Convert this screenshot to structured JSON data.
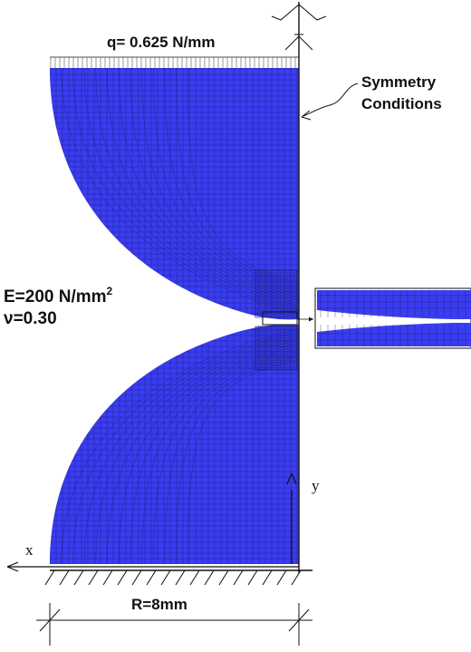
{
  "load_label": "q= 0.625 N/mm",
  "symmetry_label_line1": "Symmetry",
  "symmetry_label_line2": "Conditions",
  "modulus_label": "E=200 N/mm",
  "modulus_superscript": "2",
  "poisson_label": "ν=0.30",
  "y_axis_label": "y",
  "x_axis_label": "x",
  "radius_label": "R=8mm",
  "colors": {
    "mesh_fill": "#3a3df0",
    "mesh_lines": "#1a1a6e",
    "annotation": "#111111"
  }
}
